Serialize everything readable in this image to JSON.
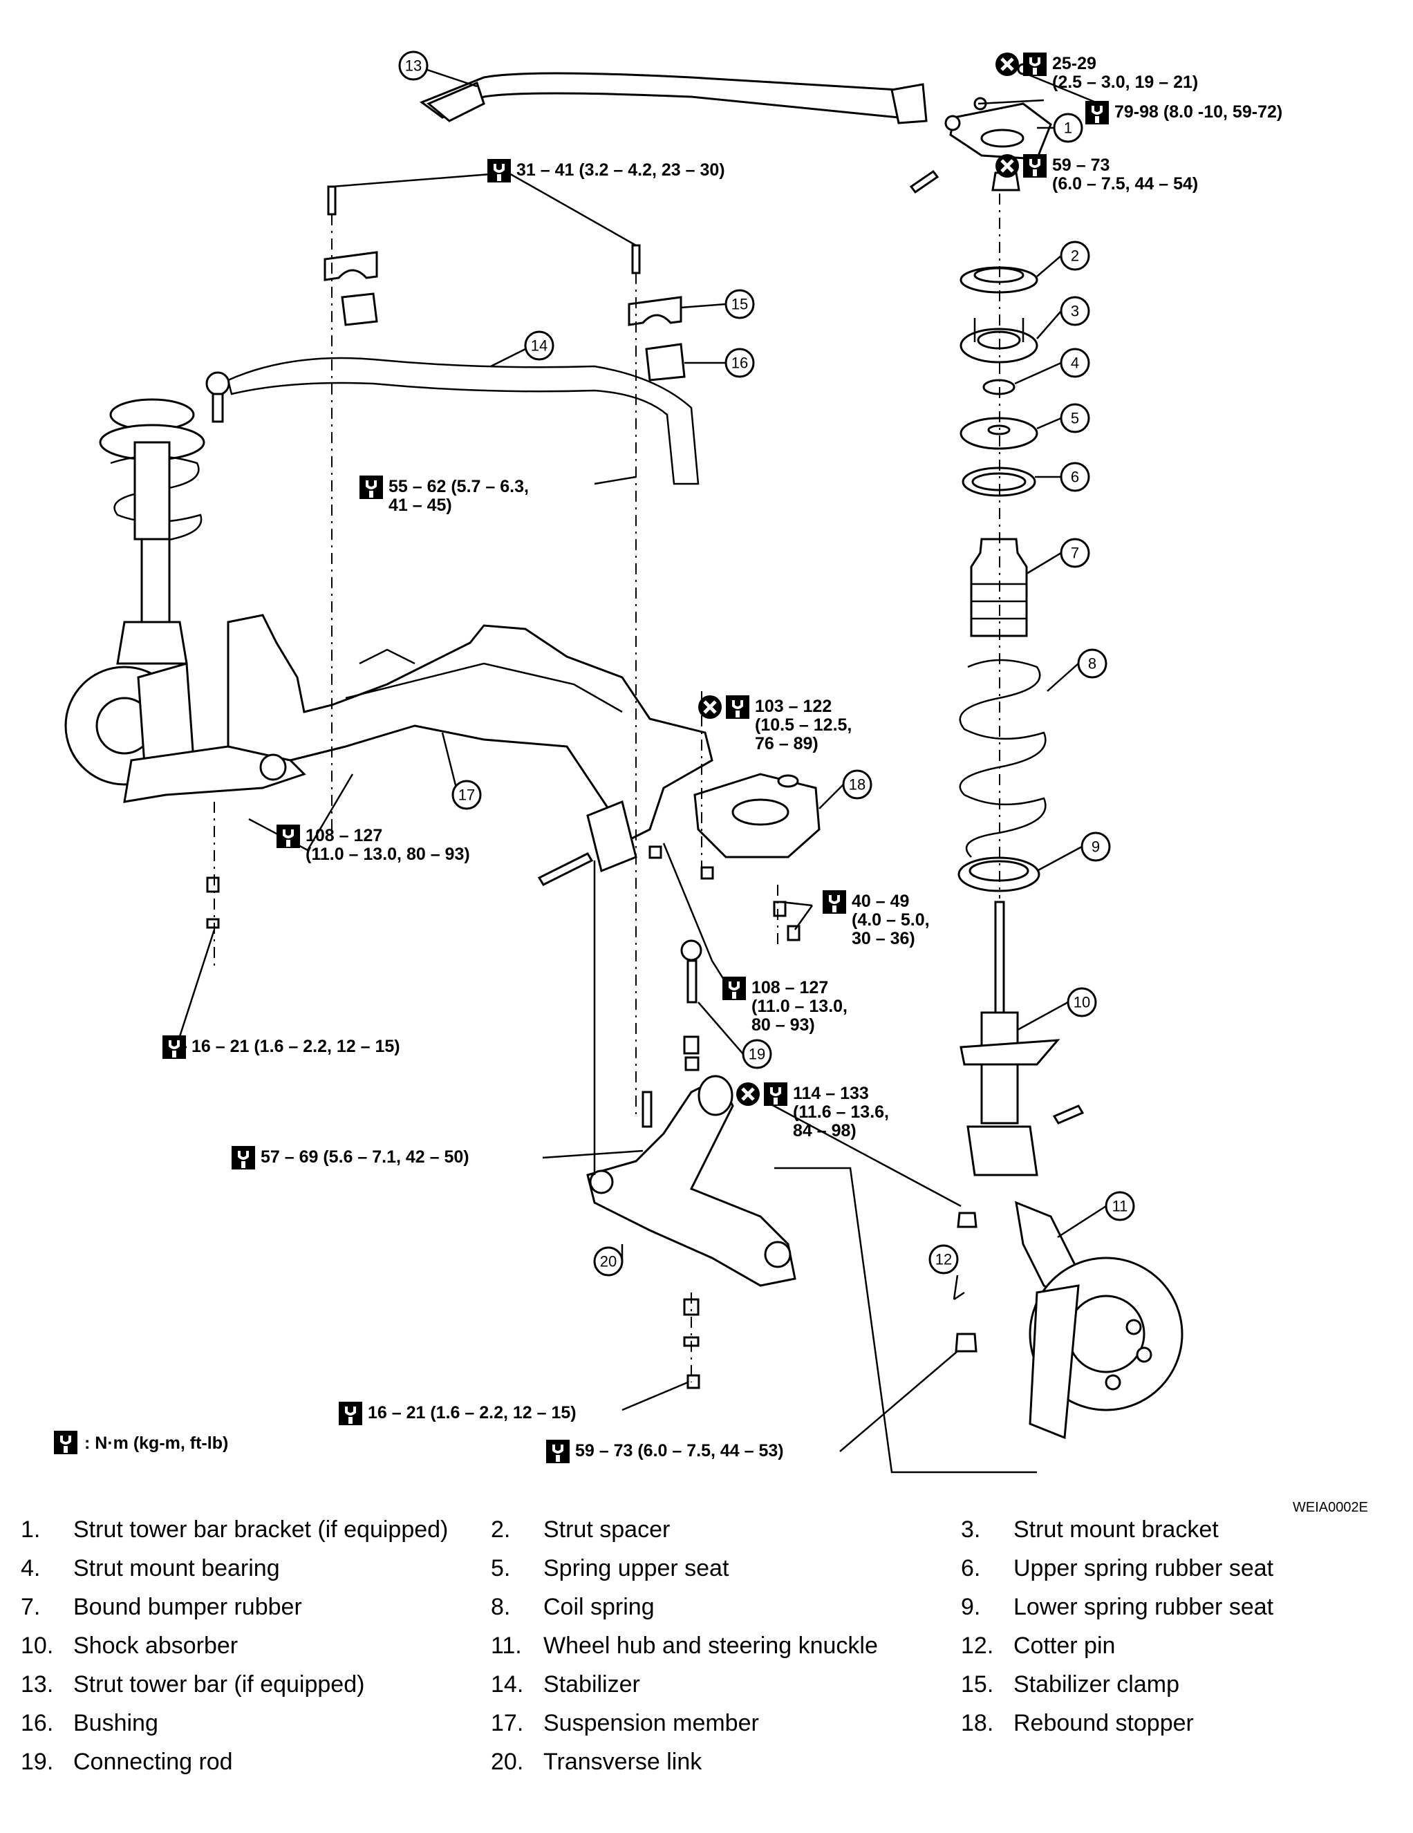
{
  "diagram": {
    "torque_specs": [
      {
        "id": "t1",
        "lines": [
          "25-29",
          "(2.5 – 3.0, 19 – 21)"
        ],
        "replace": true
      },
      {
        "id": "t2",
        "lines": [
          "79-98 (8.0 -10, 59-72)"
        ],
        "replace": false
      },
      {
        "id": "t3",
        "lines": [
          "59 – 73",
          "(6.0 – 7.5, 44 – 54)"
        ],
        "replace": true
      },
      {
        "id": "t4",
        "lines": [
          "31 – 41 (3.2 – 4.2, 23 – 30)"
        ],
        "replace": false
      },
      {
        "id": "t5",
        "lines": [
          "55 – 62 (5.7 – 6.3,",
          "41 – 45)"
        ],
        "replace": false
      },
      {
        "id": "t6",
        "lines": [
          "103 – 122",
          "(10.5 – 12.5,",
          "76 – 89)"
        ],
        "replace": true
      },
      {
        "id": "t7",
        "lines": [
          "108 – 127",
          "(11.0 – 13.0, 80 – 93)"
        ],
        "replace": false
      },
      {
        "id": "t8",
        "lines": [
          "40 – 49",
          "(4.0 – 5.0,",
          "30 – 36)"
        ],
        "replace": false
      },
      {
        "id": "t9",
        "lines": [
          "108 – 127",
          "(11.0 – 13.0,",
          "80 – 93)"
        ],
        "replace": false
      },
      {
        "id": "t10",
        "lines": [
          "16 – 21 (1.6 – 2.2, 12 – 15)"
        ],
        "replace": false
      },
      {
        "id": "t11",
        "lines": [
          "114 – 133",
          "(11.6 – 13.6,",
          "84 – 98)"
        ],
        "replace": true
      },
      {
        "id": "t12",
        "lines": [
          "57 – 69 (5.6 – 7.1, 42 – 50)"
        ],
        "replace": false
      },
      {
        "id": "t13",
        "lines": [
          "16 – 21 (1.6 – 2.2, 12 – 15)"
        ],
        "replace": false
      },
      {
        "id": "t14",
        "lines": [
          "59 – 73 (6.0 – 7.5, 44 – 53)"
        ],
        "replace": false
      }
    ],
    "cotter_callout": "12",
    "units_note": ": N·m (kg-m, ft-lb)",
    "figure_code": "WEIA0002E"
  },
  "legend": [
    [
      {
        "num": "1.",
        "label": "Strut tower bar bracket (if equipped)"
      },
      {
        "num": "2.",
        "label": "Strut spacer"
      },
      {
        "num": "3.",
        "label": "Strut mount bracket"
      }
    ],
    [
      {
        "num": "4.",
        "label": "Strut mount bearing"
      },
      {
        "num": "5.",
        "label": "Spring upper seat"
      },
      {
        "num": "6.",
        "label": "Upper spring rubber seat"
      }
    ],
    [
      {
        "num": "7.",
        "label": "Bound bumper rubber"
      },
      {
        "num": "8.",
        "label": "Coil spring"
      },
      {
        "num": "9.",
        "label": "Lower spring rubber seat"
      }
    ],
    [
      {
        "num": "10.",
        "label": "Shock absorber"
      },
      {
        "num": "11.",
        "label": "Wheel hub and steering knuckle"
      },
      {
        "num": "12.",
        "label": "Cotter pin"
      }
    ],
    [
      {
        "num": "13.",
        "label": "Strut tower bar (if equipped)"
      },
      {
        "num": "14.",
        "label": "Stabilizer"
      },
      {
        "num": "15.",
        "label": "Stabilizer clamp"
      }
    ],
    [
      {
        "num": "16.",
        "label": "Bushing"
      },
      {
        "num": "17.",
        "label": "Suspension member"
      },
      {
        "num": "18.",
        "label": "Rebound stopper"
      }
    ],
    [
      {
        "num": "19.",
        "label": "Connecting rod"
      },
      {
        "num": "20.",
        "label": "Transverse link"
      },
      {
        "num": "",
        "label": ""
      }
    ]
  ]
}
